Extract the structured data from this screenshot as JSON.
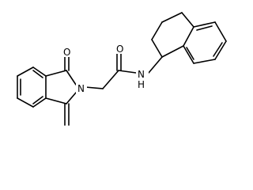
{
  "molecule": {
    "atoms": {
      "O1": "O",
      "O2": "O",
      "N1": "N",
      "N2": "N",
      "H": "H"
    },
    "colors": {
      "bond": "#000000",
      "label": "#000000",
      "background": "#ffffff"
    }
  }
}
